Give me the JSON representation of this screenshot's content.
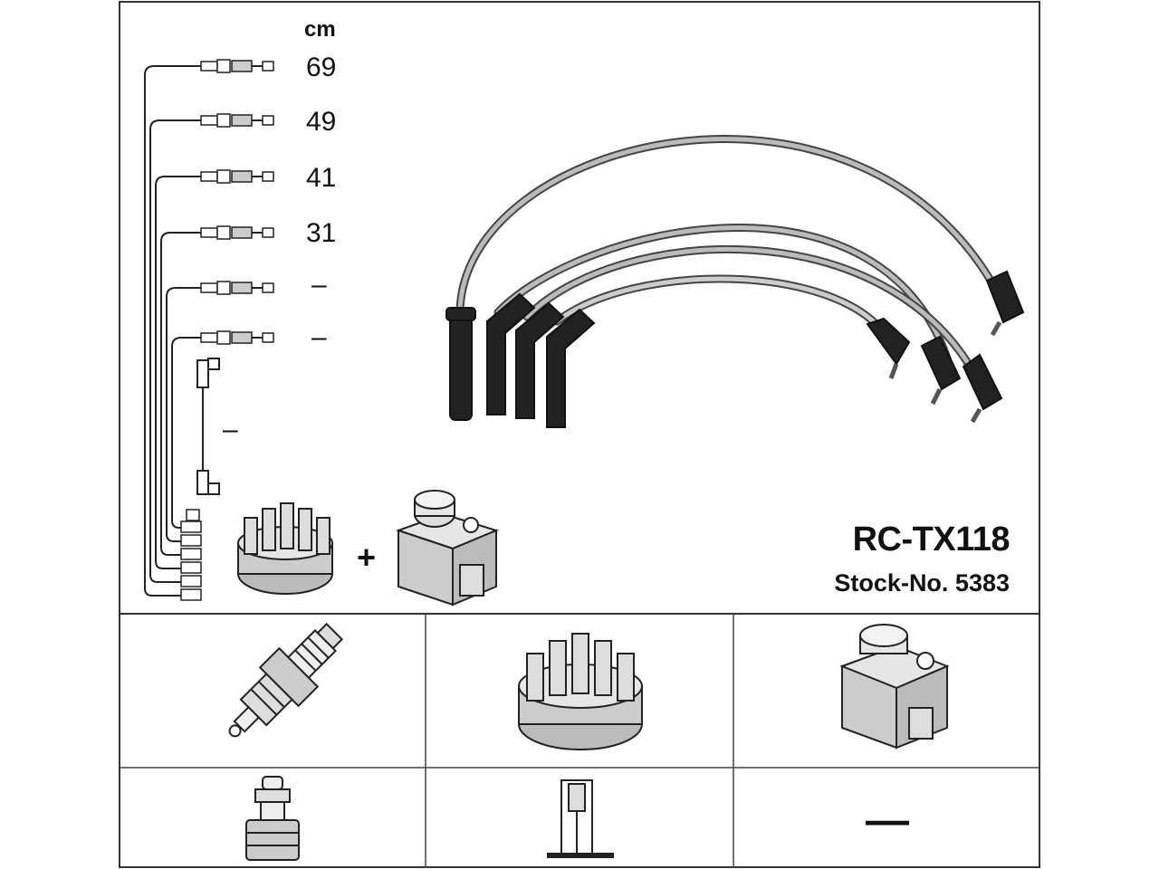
{
  "kit": {
    "model": "RC-TX118",
    "stock_number": "Stock-No. 5383"
  },
  "lengths": {
    "unit": "cm",
    "wires": [
      "69",
      "49",
      "41",
      "31",
      "–",
      "–"
    ],
    "coil_lead": "–"
  },
  "plus_sign": "+",
  "compat_grid": {
    "row2_right": "—"
  }
}
